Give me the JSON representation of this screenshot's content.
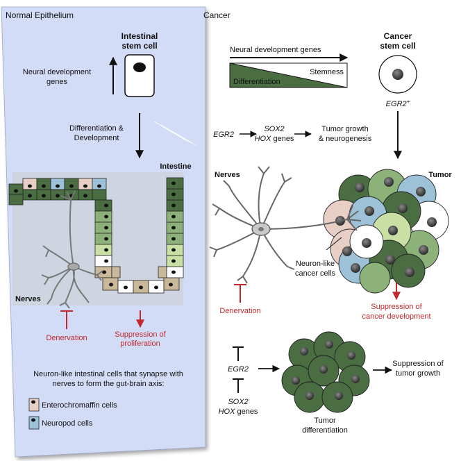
{
  "panels": {
    "left_title": "Normal Epithelium",
    "right_title": "Cancer"
  },
  "left": {
    "stem_cell_line1": "Intestinal",
    "stem_cell_line2": "stem cell",
    "neural_line1": "Neural development",
    "neural_line2": "genes",
    "diff_line1": "Differentiation &",
    "diff_line2": "Development",
    "intestine": "Intestine",
    "nerves": "Nerves",
    "denervation": "Denervation",
    "suppression_line1": "Suppression of",
    "suppression_line2": "proliferation",
    "legend_title_line1": "Neuron-like intestinal cells that synapse with",
    "legend_title_line2": "nerves to form the gut-brain axis:",
    "legend_ec": "Enterochromaffin cells",
    "legend_np": "Neuropod cells"
  },
  "right": {
    "neural_genes": "Neural development genes",
    "stemness": "Stemness",
    "differentiation": "Differentiation",
    "csc_line1": "Cancer",
    "csc_line2": "stem cell",
    "egr2_plus": "EGR2",
    "egr2_plus_sup": "+",
    "egr2": "EGR2",
    "sox2": "SOX2",
    "hox_italic": "HOX",
    "genes_suffix": " genes",
    "tumor_growth_line1": "Tumor growth",
    "tumor_growth_line2": "& neurogenesis",
    "nerves": "Nerves",
    "tumor": "Tumor",
    "neuron_like_line1": "Neuron-like",
    "neuron_like_line2": "cancer cells",
    "denervation": "Denervation",
    "suppression_line1": "Suppression of",
    "suppression_line2": "cancer development",
    "egr2_bottom": "EGR2",
    "sox2_bottom": "SOX2",
    "hox_bottom": "HOX",
    "genes_bottom": " genes",
    "tumor_diff_line1": "Tumor",
    "tumor_diff_line2": "differentiation",
    "supp_growth_line1": "Suppression of",
    "supp_growth_line2": "tumor growth"
  },
  "colors": {
    "panel_fill": "#d3dcf6",
    "dark_green": "#4a6e42",
    "mid_green": "#8cb27a",
    "light_green": "#c9dfa4",
    "pink": "#e7cfc6",
    "blue": "#9dc2d8",
    "tan": "#c9b89a",
    "red": "#c0282d"
  }
}
